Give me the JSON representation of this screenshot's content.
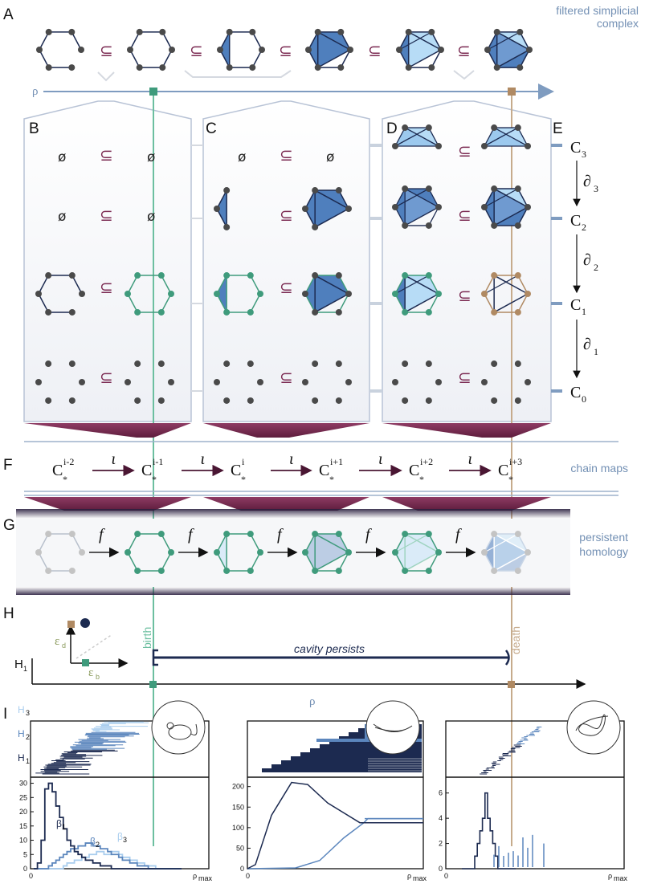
{
  "panels": {
    "A": {
      "letter": "A",
      "caption_line1": "filtered simplicial",
      "caption_line2": "complex",
      "rho": "ρ",
      "subset": "⊆"
    },
    "B": {
      "letter": "B",
      "empty": "ø"
    },
    "C": {
      "letter": "C"
    },
    "D": {
      "letter": "D"
    },
    "E": {
      "letter": "E",
      "c3": "C",
      "c3_sub": "3",
      "c2": "C",
      "c2_sub": "2",
      "c1": "C",
      "c1_sub": "1",
      "c0": "C",
      "c0_sub": "0",
      "d3": "∂",
      "d3_sub": "3",
      "d2": "∂",
      "d2_sub": "2",
      "d1": "∂",
      "d1_sub": "1"
    },
    "F": {
      "letter": "F",
      "caption": "chain maps",
      "map": "ι",
      "terms": [
        {
          "base": "C",
          "sub": "*",
          "sup": "i-2"
        },
        {
          "base": "C",
          "sub": "*",
          "sup": "i-1"
        },
        {
          "base": "C",
          "sub": "*",
          "sup": "i"
        },
        {
          "base": "C",
          "sub": "*",
          "sup": "i+1"
        },
        {
          "base": "C",
          "sub": "*",
          "sup": "i+2"
        },
        {
          "base": "C",
          "sub": "*",
          "sup": "i+3"
        }
      ]
    },
    "G": {
      "letter": "G",
      "caption_line1": "persistent",
      "caption_line2": "homology",
      "map": "f"
    },
    "H": {
      "letter": "H",
      "h1": "H",
      "h1_sub": "1",
      "birth": "birth",
      "death": "death",
      "persist": "cavity persists",
      "eps_d": "ε",
      "eps_d_sub": "d",
      "eps_b": "ε",
      "eps_b_sub": "b",
      "rho": "ρ"
    },
    "I": {
      "letter": "I"
    }
  },
  "chart_data": [
    {
      "type": "line",
      "barcode_labels": [
        "H",
        "H",
        "H"
      ],
      "barcode_subs": [
        "1",
        "2",
        "3"
      ],
      "series": [
        {
          "name": "β1",
          "sub": "1",
          "color": "#1c2a50"
        },
        {
          "name": "β2",
          "sub": "2",
          "color": "#5b86bd"
        },
        {
          "name": "β3",
          "sub": "3",
          "color": "#a9cdee"
        }
      ],
      "yticks": [
        0,
        5,
        10,
        15,
        20,
        25,
        30
      ],
      "ylim": [
        0,
        31
      ],
      "xlabel_left": "0",
      "xlabel_right": "ρ",
      "xlabel_right_sub": "max"
    },
    {
      "type": "line",
      "yticks": [
        0,
        50,
        100,
        150,
        200
      ],
      "ylim": [
        0,
        215
      ],
      "xlabel_left": "0",
      "xlabel_right": "ρ",
      "xlabel_right_sub": "max"
    },
    {
      "type": "line",
      "yticks": [
        0,
        2,
        4,
        6
      ],
      "ylim": [
        0,
        7
      ],
      "xlabel_left": "0",
      "xlabel_right": "ρ",
      "xlabel_right_sub": "max"
    }
  ],
  "colors": {
    "node": "#4a4a4a",
    "edge": "#1c2a50",
    "green": "#3f9b7c",
    "tan": "#b08a63",
    "fill_dark": "#4f7fbd",
    "fill_light": "#b7dcf6",
    "crimson": "#7b2a52",
    "axis_blue": "#7390b4"
  }
}
